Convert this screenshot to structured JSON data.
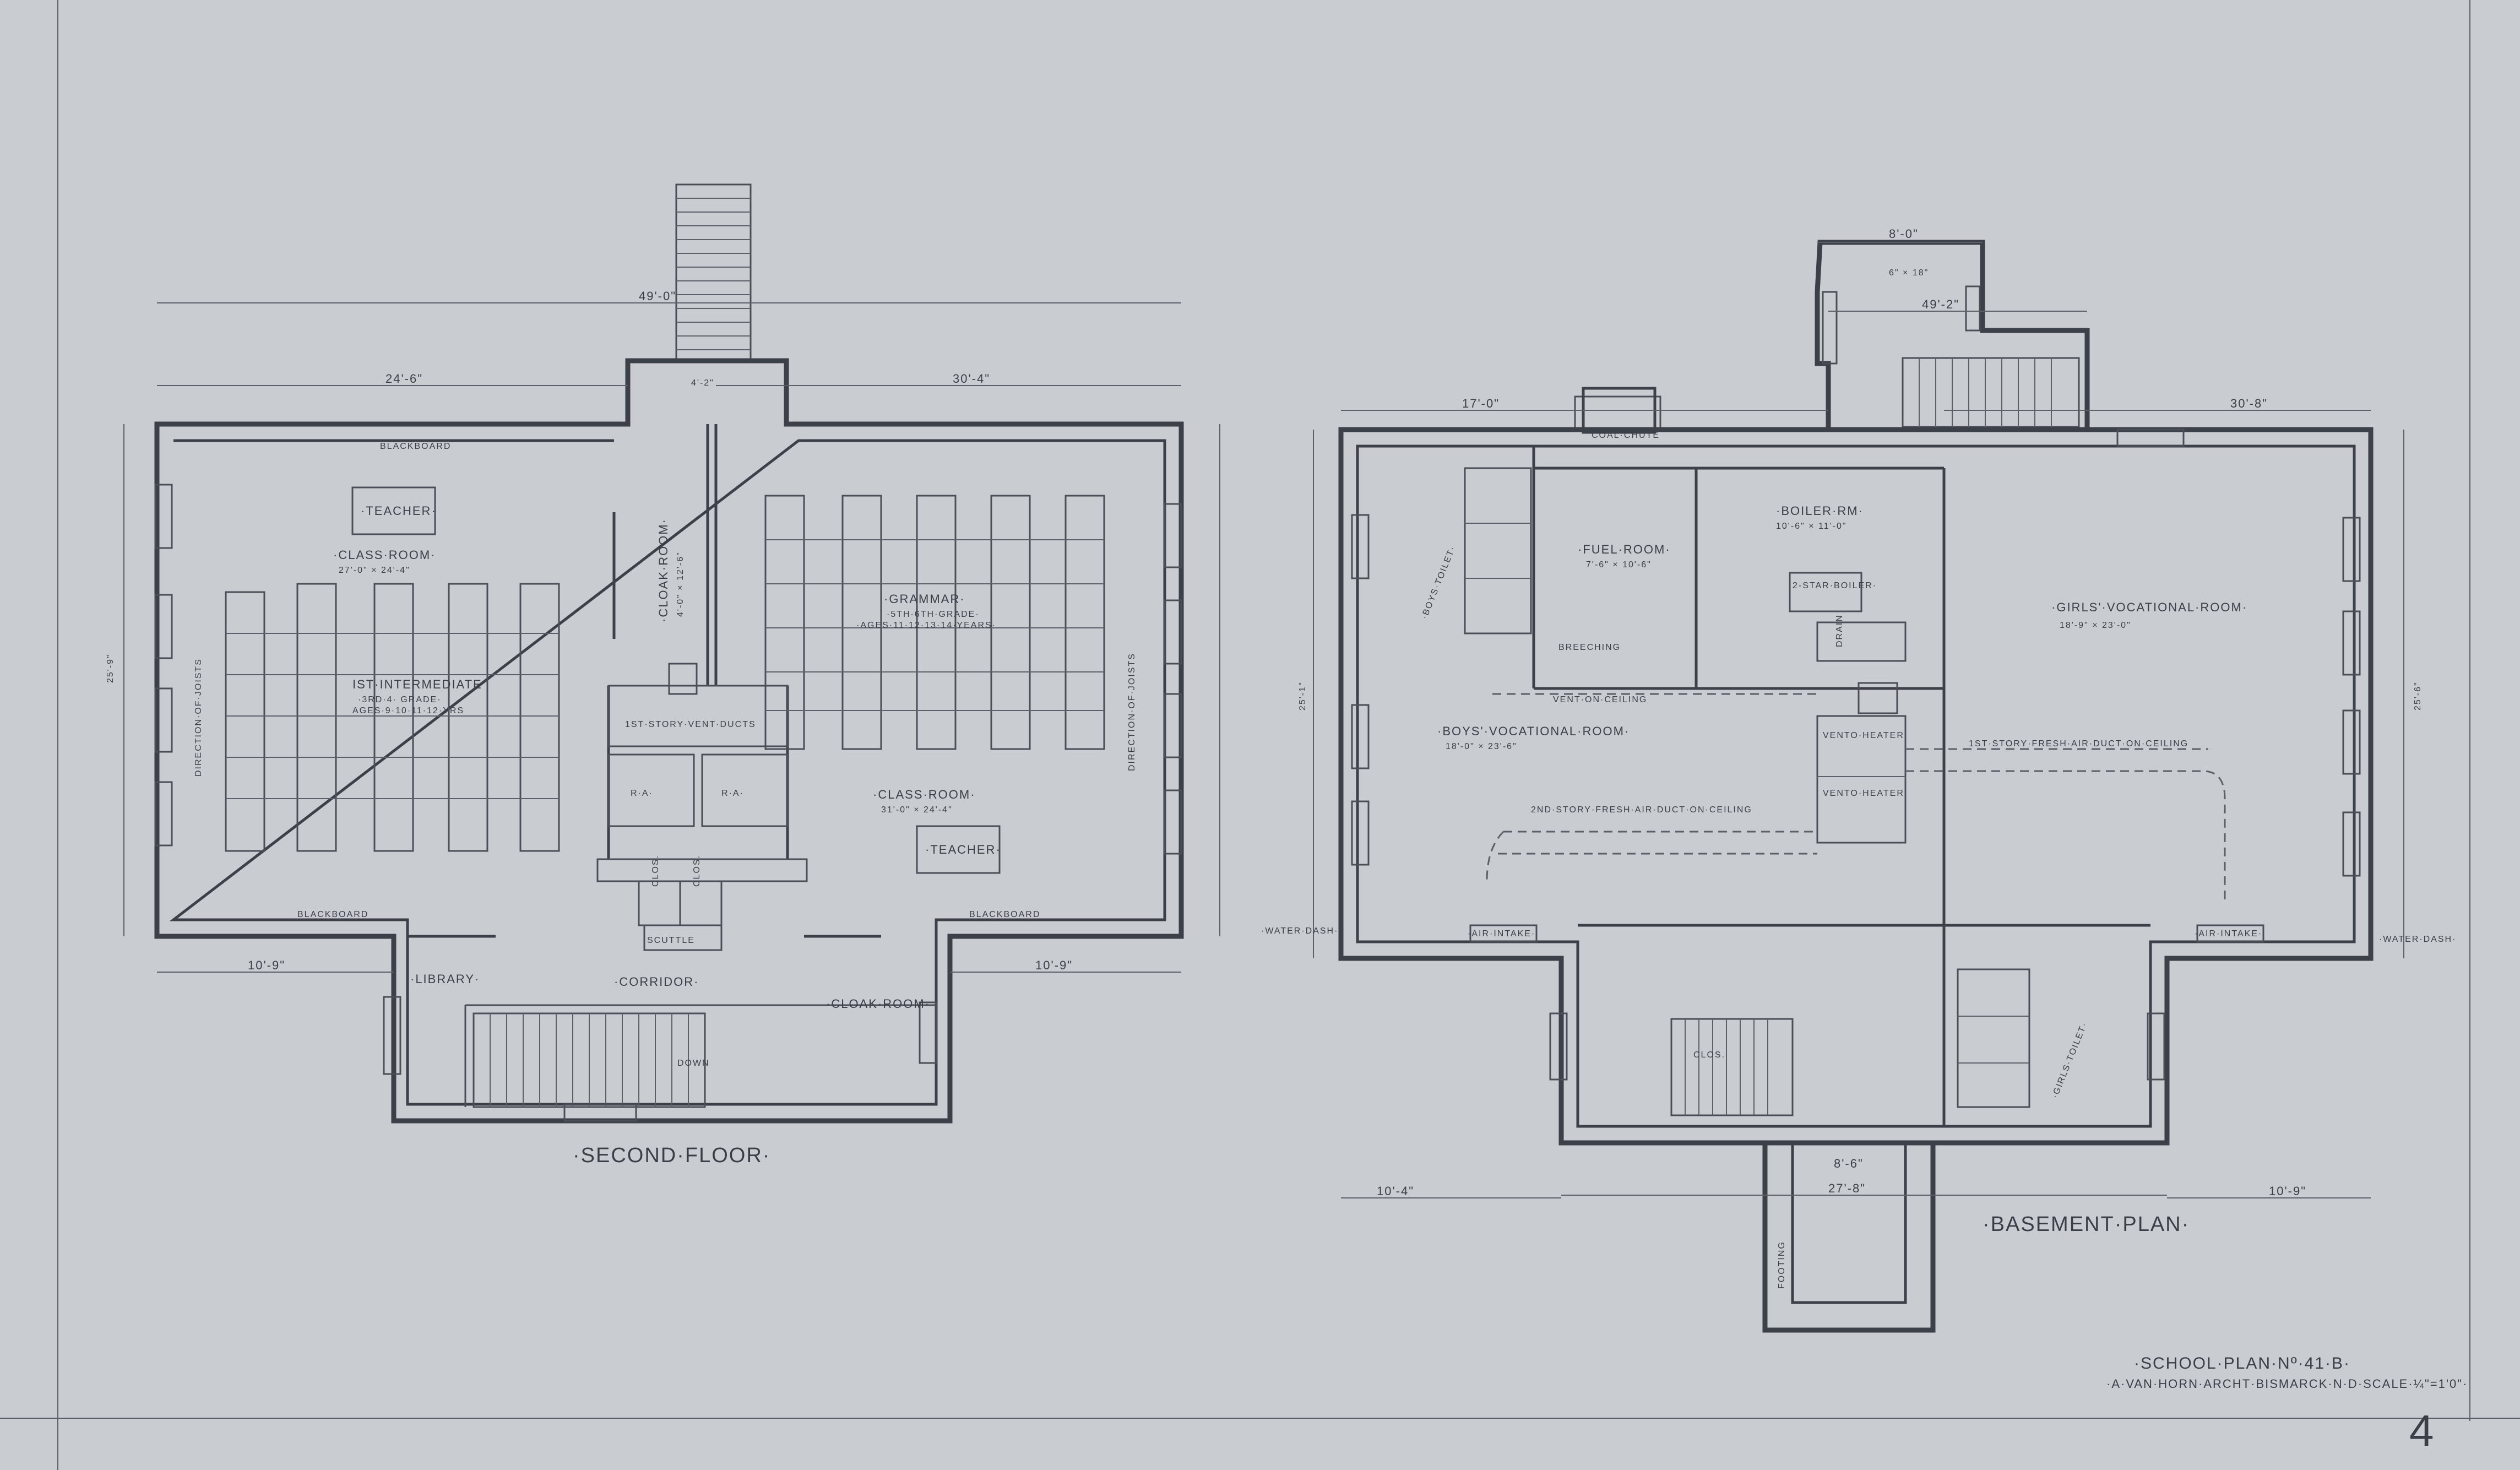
{
  "plan": {
    "title": "·SCHOOL·PLAN·Nº·41·B·",
    "subtitle": "·A·VAN·HORN·ARCHT·BISMARCK·N·D·SCALE·¼\"=1'0\"·",
    "sheet_number": "4"
  },
  "second_floor": {
    "label": "·SECOND·FLOOR·",
    "dims": {
      "overall": "49'-0\"",
      "left_part": "24'-6\"",
      "right_part": "30'-4\"",
      "stair_width": "4'-2\"",
      "bottom_left": "10'-9\"",
      "bottom_right": "10'-9\"",
      "left_height": "25'-9\""
    },
    "rooms": {
      "classroom_left": "·CLASS·ROOM·",
      "classroom_left_size": "27'-0\" × 24'-4\"",
      "intermediate": "IST·INTERMEDIATE",
      "intermediate_note": "·3RD·4· GRADE·",
      "intermediate_ages": "AGES·9·10·11·12·YRS",
      "teacher_left": "·TEACHER·",
      "cloak_room_center": "·CLOAK·ROOM·",
      "cloak_room_center_size": "4'-0\" × 12'-6\"",
      "grammar": "·GRAMMAR·",
      "grammar_note": "·5TH·6TH·GRADE·",
      "grammar_ages": "·AGES·11·12·13·14·YEARS·",
      "classroom_right": "·CLASS·ROOM·",
      "classroom_right_size": "31'-0\" × 24'-4\"",
      "teacher_right": "·TEACHER·",
      "library": "·LIBRARY·",
      "corridor": "·CORRIDOR·",
      "cloak_room_bottom": "·CLOAK·ROOM·",
      "scuttle": "SCUTTLE",
      "clos_1": "CLOS.",
      "clos_2": "CLOS.",
      "vent_ducts": "1ST·STORY·VENT·DUCTS",
      "ra_1": "R·A·",
      "ra_2": "R·A·",
      "down": "DOWN"
    },
    "notes": {
      "blackboard": "BLACKBOARD",
      "direction_of_joists": "DIRECTION·OF·JOISTS"
    }
  },
  "basement": {
    "label": "·BASEMENT·PLAN·",
    "dims": {
      "top_ext": "8'-0\"",
      "top_ext2": "6\" × 18\"",
      "overall": "49'-2\"",
      "left_part": "17'-0\"",
      "right_part": "30'-8\"",
      "bottom_left": "10'-4\"",
      "bottom_right": "10'-9\"",
      "bottom_mid": "27'-8\"",
      "bottom_mid2": "8'-6\"",
      "left_height": "25'-1\"",
      "right_height": "25'-6\""
    },
    "rooms": {
      "coal_chute": "COAL·CHUTE",
      "fuel_room": "·FUEL·ROOM·",
      "fuel_room_size": "7'-6\" × 10'-6\"",
      "boiler_room": "·BOILER·RM·",
      "boiler_room_size": "10'-6\" × 11'-0\"",
      "boiler_note": "2-STAR·BOILER·",
      "boys_vocational": "·BOYS'·VOCATIONAL·ROOM·",
      "boys_vocational_size": "18'-0\" × 23'-6\"",
      "girls_vocational": "·GIRLS'·VOCATIONAL·ROOM·",
      "girls_vocational_size": "18'-9\" × 23'-0\"",
      "boys_toilet": "·BOYS·TOILET·",
      "girls_toilet": "·GIRLS·TOILET·",
      "clos": "CLOS.",
      "vent_heater": "VENTO·HEATER",
      "fresh_air_duct_2nd": "2ND·STORY·FRESH·AIR·DUCT·ON·CEILING",
      "fresh_air_duct_1st": "1ST·STORY·FRESH·AIR·DUCT·ON·CEILING",
      "vent_on_ceiling": "VENT·ON·CEILING",
      "air_intake_left": "·AIR·INTAKE·",
      "air_intake_right": "·AIR·INTAKE·",
      "water_dash_left": "·WATER·DASH·",
      "water_dash_right": "·WATER·DASH·",
      "breeching": "BREECHING",
      "drain": "DRAIN",
      "footing": "FOOTING"
    }
  }
}
